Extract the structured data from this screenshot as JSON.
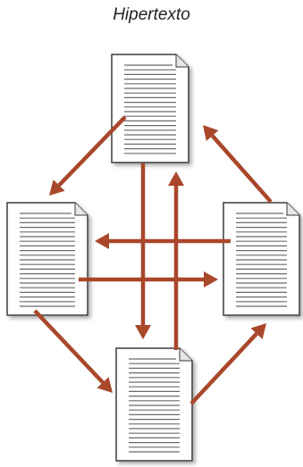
{
  "diagram": {
    "title": "Hipertexto",
    "colors": {
      "arrow": "#a9472b",
      "page_fill": "#ffffff",
      "page_stroke": "#3a3a3a",
      "text_lines": "#6b6b6b",
      "shadow": "#9a9a9a"
    },
    "nodes": [
      {
        "id": "top",
        "icon": "document-icon"
      },
      {
        "id": "left",
        "icon": "document-icon"
      },
      {
        "id": "right",
        "icon": "document-icon"
      },
      {
        "id": "bottom",
        "icon": "document-icon"
      }
    ],
    "links": [
      {
        "from": "top",
        "to": "left"
      },
      {
        "from": "right",
        "to": "top"
      },
      {
        "from": "left",
        "to": "bottom"
      },
      {
        "from": "bottom",
        "to": "right"
      },
      {
        "from": "right",
        "to": "left"
      },
      {
        "from": "left",
        "to": "right"
      },
      {
        "from": "top",
        "to": "bottom"
      },
      {
        "from": "bottom",
        "to": "top"
      }
    ]
  }
}
